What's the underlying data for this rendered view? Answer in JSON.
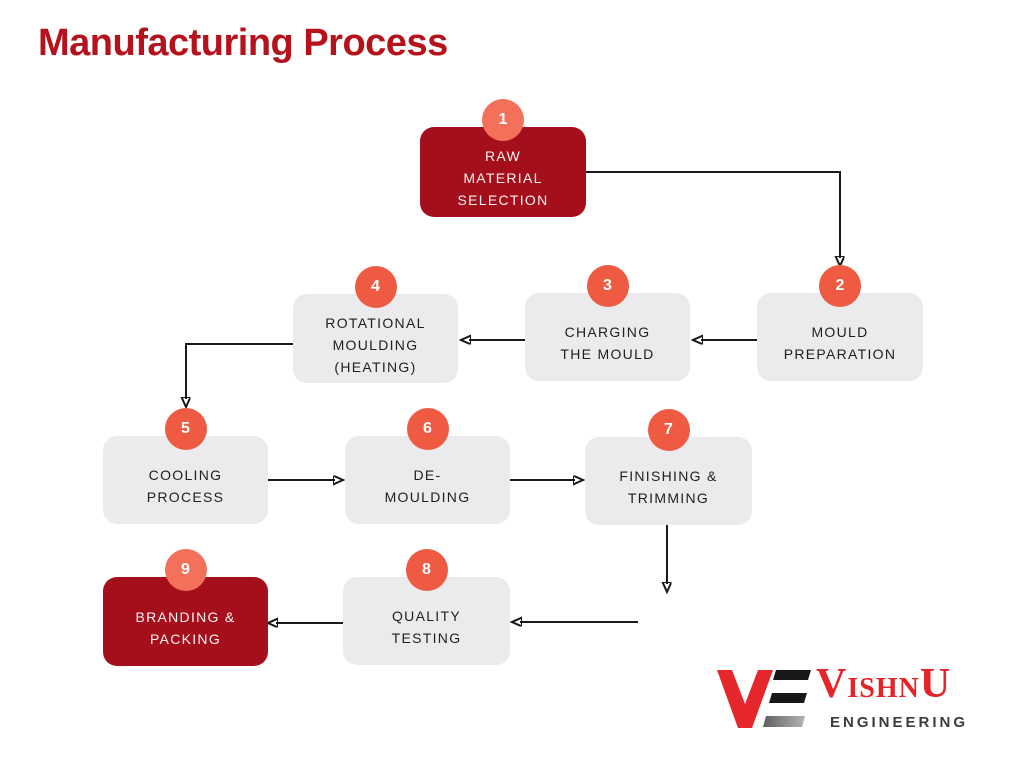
{
  "title": "Manufacturing Process",
  "steps": [
    {
      "number": "1",
      "label": "RAW\nMATERIAL\nSELECTION",
      "variant": "dark"
    },
    {
      "number": "2",
      "label": "MOULD\nPREPARATION",
      "variant": "light"
    },
    {
      "number": "3",
      "label": "CHARGING\nTHE MOULD",
      "variant": "light"
    },
    {
      "number": "4",
      "label": "ROTATIONAL\nMOULDING\n(HEATING)",
      "variant": "light"
    },
    {
      "number": "5",
      "label": "COOLING\nPROCESS",
      "variant": "light"
    },
    {
      "number": "6",
      "label": "DE-\nMOULDING",
      "variant": "light"
    },
    {
      "number": "7",
      "label": "FINISHING &\nTRIMMING",
      "variant": "light"
    },
    {
      "number": "8",
      "label": "QUALITY\nTESTING",
      "variant": "light"
    },
    {
      "number": "9",
      "label": "BRANDING &\nPACKING",
      "variant": "dark"
    }
  ],
  "logo": {
    "monogram_icon": "ve-monogram",
    "name_initial": "V",
    "name_mid": "ISHN",
    "name_end": "U",
    "subtitle": "ENGINEERING"
  },
  "colors": {
    "title": "#B5121C",
    "dark_box": "#A50F1C",
    "light_box": "#EBEBED",
    "badge": "#EE5A42",
    "badge_on_dark": "#F3705A",
    "arrow": "#1A1A1A",
    "logo_red": "#E62329",
    "logo_gray": "#3C3C3C"
  }
}
